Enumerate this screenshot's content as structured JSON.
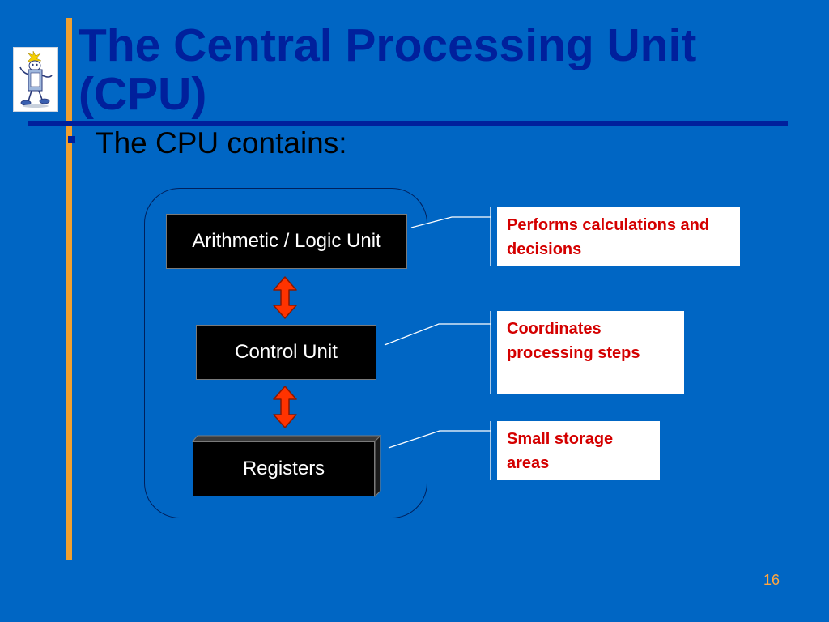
{
  "slide": {
    "title": "The Central Processing Unit (CPU)",
    "bullet": "The CPU contains:",
    "page_number": "16"
  },
  "diagram": {
    "components": [
      {
        "label": "Arithmetic / Logic Unit",
        "description": "Performs calculations and decisions"
      },
      {
        "label": "Control Unit",
        "description": "Coordinates processing steps"
      },
      {
        "label": "Registers",
        "description": "Small storage areas"
      }
    ]
  },
  "colors": {
    "background": "#0066c4",
    "title": "#00209c",
    "accent_bar": "#f0a030",
    "description_text": "#d40000",
    "arrow_fill": "#ff3300",
    "page_number": "#ffa640"
  },
  "icons": {
    "logo": "cartoon-computer-character-icon",
    "arrows": "double-headed-vertical-arrow-icon"
  }
}
